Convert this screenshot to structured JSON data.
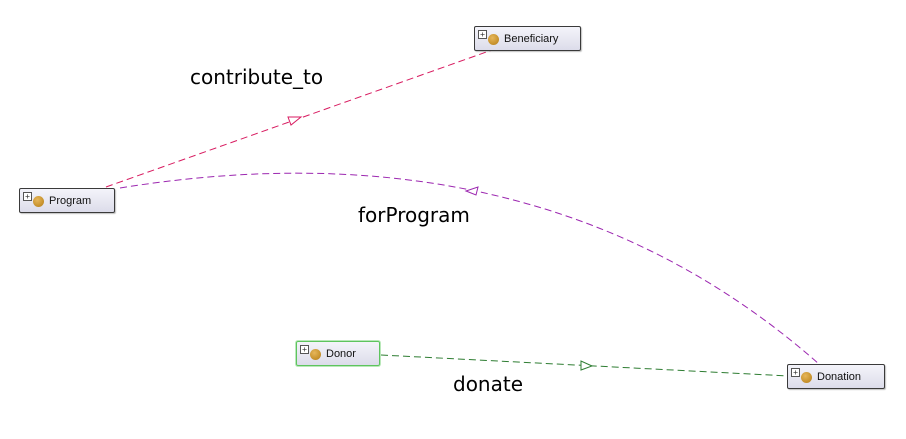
{
  "diagram": {
    "nodes": {
      "beneficiary": {
        "label": "Beneficiary",
        "expander": "+"
      },
      "program": {
        "label": "Program",
        "expander": "+"
      },
      "donor": {
        "label": "Donor",
        "expander": "+"
      },
      "donation": {
        "label": "Donation",
        "expander": "+"
      }
    },
    "edges": {
      "contribute_to": {
        "label": "contribute_to",
        "color": "#d81b60"
      },
      "forProgram": {
        "label": "forProgram",
        "color": "#9c27b0"
      },
      "donate": {
        "label": "donate",
        "color": "#2e7d32"
      }
    },
    "colors": {
      "class_icon": "#c9942f",
      "selected_border": "#5ec45e"
    }
  }
}
